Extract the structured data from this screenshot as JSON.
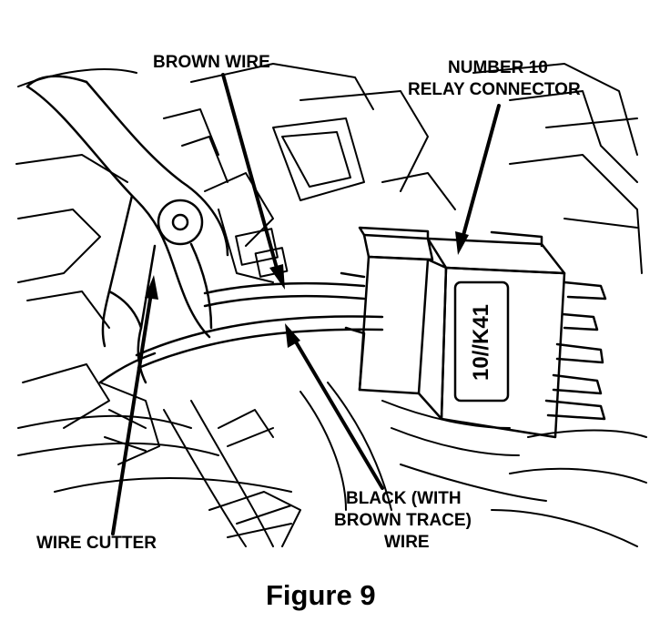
{
  "labels": {
    "brown_wire": "BROWN WIRE",
    "relay_connector_line1": "NUMBER 10",
    "relay_connector_line2": "RELAY CONNECTOR",
    "black_wire_line1": "BLACK (WITH",
    "black_wire_line2": "BROWN TRACE)",
    "black_wire_line3": "WIRE",
    "wire_cutter": "WIRE CUTTER",
    "relay_marking": "10//K41"
  },
  "caption": "Figure 9",
  "colors": {
    "ink": "#000000",
    "paper": "#ffffff"
  }
}
